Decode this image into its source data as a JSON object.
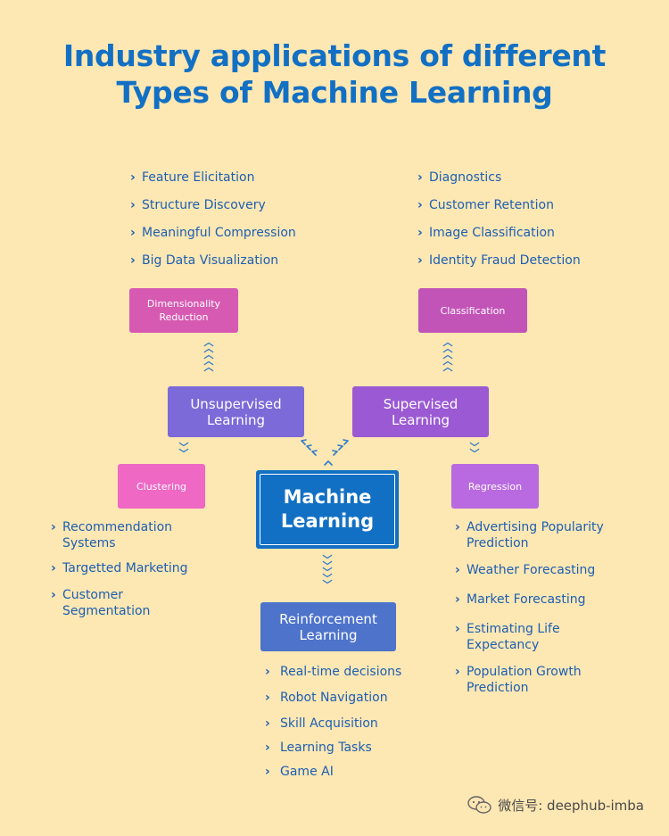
{
  "title": {
    "line1": "Industry applications of different",
    "line2": "Types of Machine Learning"
  },
  "center": {
    "line1": "Machine",
    "line2": "Learning"
  },
  "unsupervised": {
    "line1": "Unsupervised",
    "line2": "Learning"
  },
  "supervised": {
    "line1": "Supervised",
    "line2": "Learning"
  },
  "reinforcement": {
    "line1": "Reinforcement",
    "line2": "Learning"
  },
  "dimensionality": {
    "line1": "Dimensionality",
    "line2": "Reduction",
    "items": [
      "Feature Elicitation",
      "Structure Discovery",
      "Meaningful Compression",
      "Big Data Visualization"
    ]
  },
  "classification": {
    "label": "Classification",
    "items": [
      "Diagnostics",
      "Customer Retention",
      "Image Classification",
      "Identity Fraud Detection"
    ]
  },
  "clustering": {
    "label": "Clustering",
    "items": [
      {
        "l1": "Recommendation",
        "l2": "Systems"
      },
      {
        "l1": "Targetted Marketing",
        "l2": ""
      },
      {
        "l1": "Customer",
        "l2": "Segmentation"
      }
    ]
  },
  "regression": {
    "label": "Regression",
    "items": [
      {
        "l1": "Advertising Popularity",
        "l2": "Prediction"
      },
      {
        "l1": "Weather Forecasting",
        "l2": ""
      },
      {
        "l1": "Market Forecasting",
        "l2": ""
      },
      {
        "l1": "Estimating Life",
        "l2": "Expectancy"
      },
      {
        "l1": "Population Growth",
        "l2": "Prediction"
      }
    ]
  },
  "reinforcement_items": [
    "Real-time decisions",
    "Robot Navigation",
    "Skill Acquisition",
    "Learning Tasks",
    "Game AI"
  ],
  "watermark": {
    "text": "微信号: deephub-imba",
    "icon": "wechat-icon"
  },
  "colors": {
    "background": "#fde7b3",
    "title": "#1270c4",
    "text": "#1d5fb2",
    "center": "#1270c4",
    "unsupervised": "#7b6ad8",
    "supervised": "#9b5ad3",
    "reinforcement": "#4d73cb",
    "dimensionality": "#d75ab2",
    "classification": "#c254b8",
    "clustering": "#ee68c4",
    "regression": "#b96ae0"
  }
}
